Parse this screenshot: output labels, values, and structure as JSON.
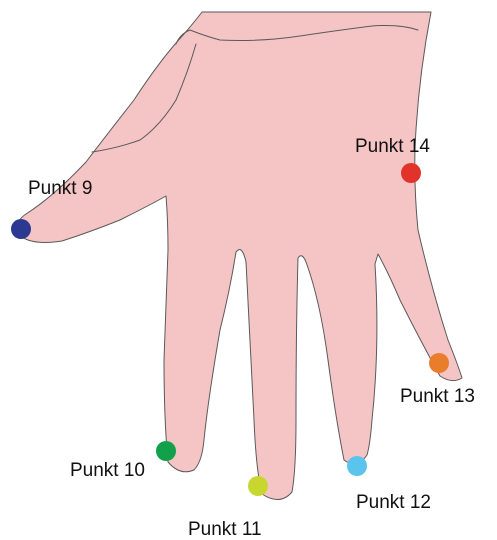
{
  "colors": {
    "skin": "#f5c4c4",
    "background": "#ffffff"
  },
  "points": [
    {
      "id": "punkt-9",
      "label": "Punkt 9",
      "color": "#2b3990"
    },
    {
      "id": "punkt-10",
      "label": "Punkt 10",
      "color": "#12a14a"
    },
    {
      "id": "punkt-11",
      "label": "Punkt 11",
      "color": "#c8d630"
    },
    {
      "id": "punkt-12",
      "label": "Punkt 12",
      "color": "#5bc4ec"
    },
    {
      "id": "punkt-13",
      "label": "Punkt 13",
      "color": "#ea7d2c"
    },
    {
      "id": "punkt-14",
      "label": "Punkt 14",
      "color": "#e2332b"
    }
  ]
}
